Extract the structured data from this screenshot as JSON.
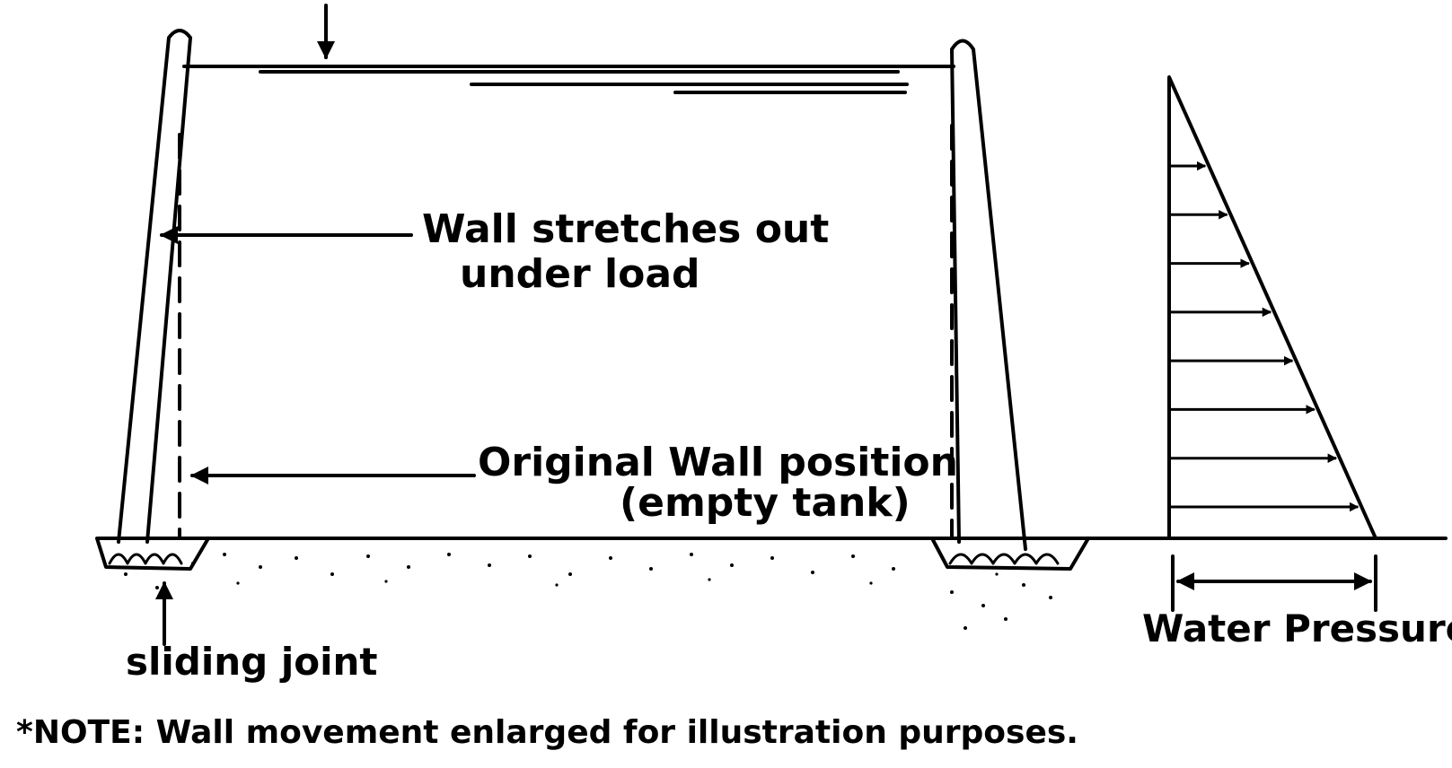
{
  "diagram": {
    "labels": {
      "wall_stretches_line1": "Wall stretches out",
      "wall_stretches_line2": "under load",
      "original_position_line1": "Original Wall position",
      "original_position_line2": "(empty tank)",
      "sliding_joint": "sliding joint",
      "water_pressure": "Water Pressure",
      "note": "*NOTE: Wall movement enlarged for illustration purposes."
    },
    "pressure_arrow_count": 8,
    "colors": {
      "ink": "#000000",
      "background": "#ffffff"
    }
  }
}
